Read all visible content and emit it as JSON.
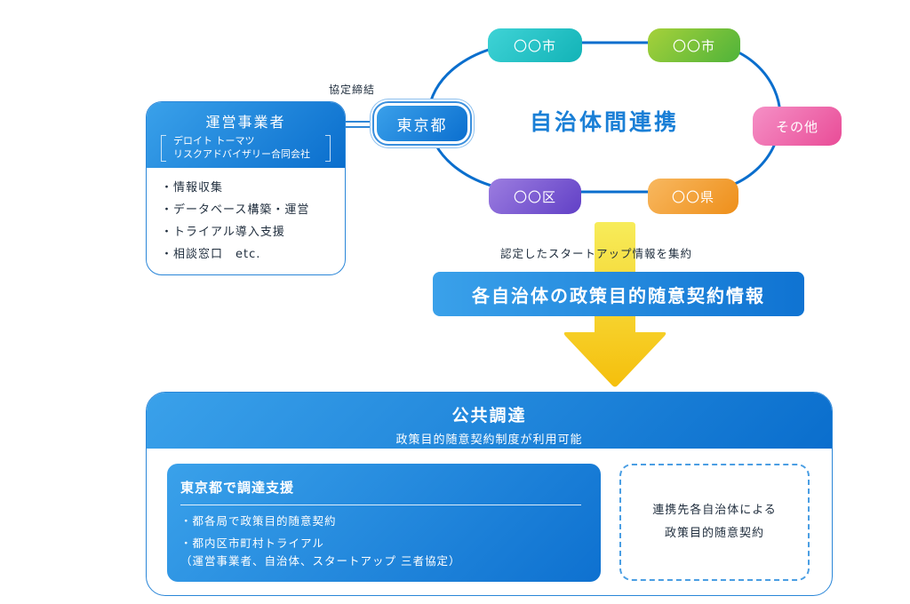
{
  "operator": {
    "title": "運営事業者",
    "company_line1": "デロイト トーマツ",
    "company_line2": "リスクアドバイザリー合同会社",
    "items": [
      "・情報収集",
      "・データベース構築・運営",
      "・トライアル導入支援",
      "・相談窓口　etc."
    ]
  },
  "agreement_label": "協定締結",
  "tokyo_label": "東京都",
  "collaboration": {
    "title": "自治体間連携",
    "nodes": [
      {
        "label": "〇〇市",
        "color": "#1fbfc2"
      },
      {
        "label": "〇〇市",
        "color": "#6fbf33"
      },
      {
        "label": "その他",
        "color": "#ee62a8"
      },
      {
        "label": "〇〇区",
        "color": "#7252cc"
      },
      {
        "label": "〇〇県",
        "color": "#f29a2a"
      }
    ],
    "ring_color": "#0a6ecd"
  },
  "flow": {
    "note": "認定したスタートアップ情報を集約",
    "banner": "各自治体の政策目的随意契約情報",
    "arrow_color": "#f5c518"
  },
  "procurement": {
    "title": "公共調達",
    "subtitle": "政策目的随意契約制度が利用可能",
    "support": {
      "title": "東京都で調達支援",
      "item1": "・都各局で政策目的随意契約",
      "item2_line1": "・都内区市町村トライアル",
      "item2_line2": "（運営事業者、自治体、スタートアップ 三者協定）"
    },
    "partner_line1": "連携先各自治体による",
    "partner_line2": "政策目的随意契約"
  }
}
